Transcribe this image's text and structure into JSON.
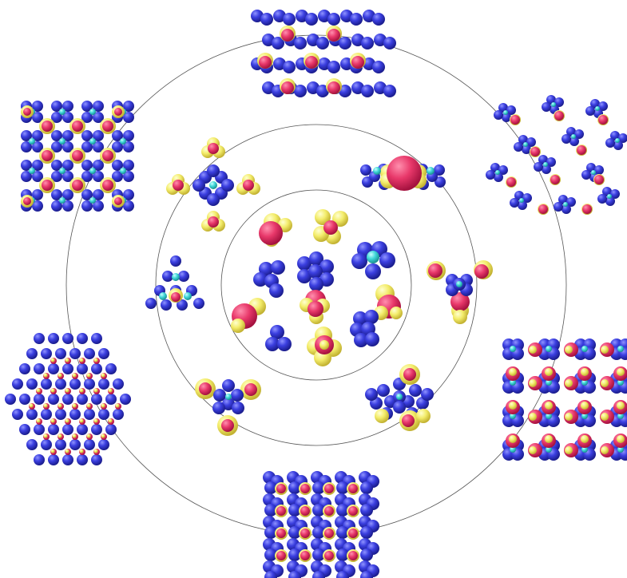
{
  "figure": {
    "rings": [
      "inner",
      "middle",
      "outer"
    ],
    "colors": {
      "blue": "#3b3fe0",
      "blue_dark": "#1e20a8",
      "red": "#e8386a",
      "red_dark": "#b01a48",
      "yellow": "#f3ec6a",
      "yellow_dark": "#c9b93a",
      "cyan": "#3fd6d8",
      "ring_line": "#555555",
      "background": "#ffffff"
    },
    "inner_ring": {
      "building_blocks": [
        "octahedron-cluster",
        "tetrahedron-cluster",
        "trimer",
        "dumbbell",
        "tetra-capped",
        "square-cluster",
        "red-yellow-tetra",
        "yellow-red-tetra",
        "small-square",
        "triple-cluster",
        "red-tetra"
      ]
    },
    "middle_ring": {
      "motifs": [
        "square-planar-motif",
        "linear-motif",
        "trigonal-motif",
        "triangle-motif",
        "tri-capped-motif",
        "tetrahedral-motif"
      ]
    },
    "outer_ring": {
      "lattices": [
        "top-lattice",
        "top-right-lattice",
        "right-lattice",
        "bottom-lattice",
        "bottom-left-lattice",
        "left-lattice"
      ]
    }
  }
}
